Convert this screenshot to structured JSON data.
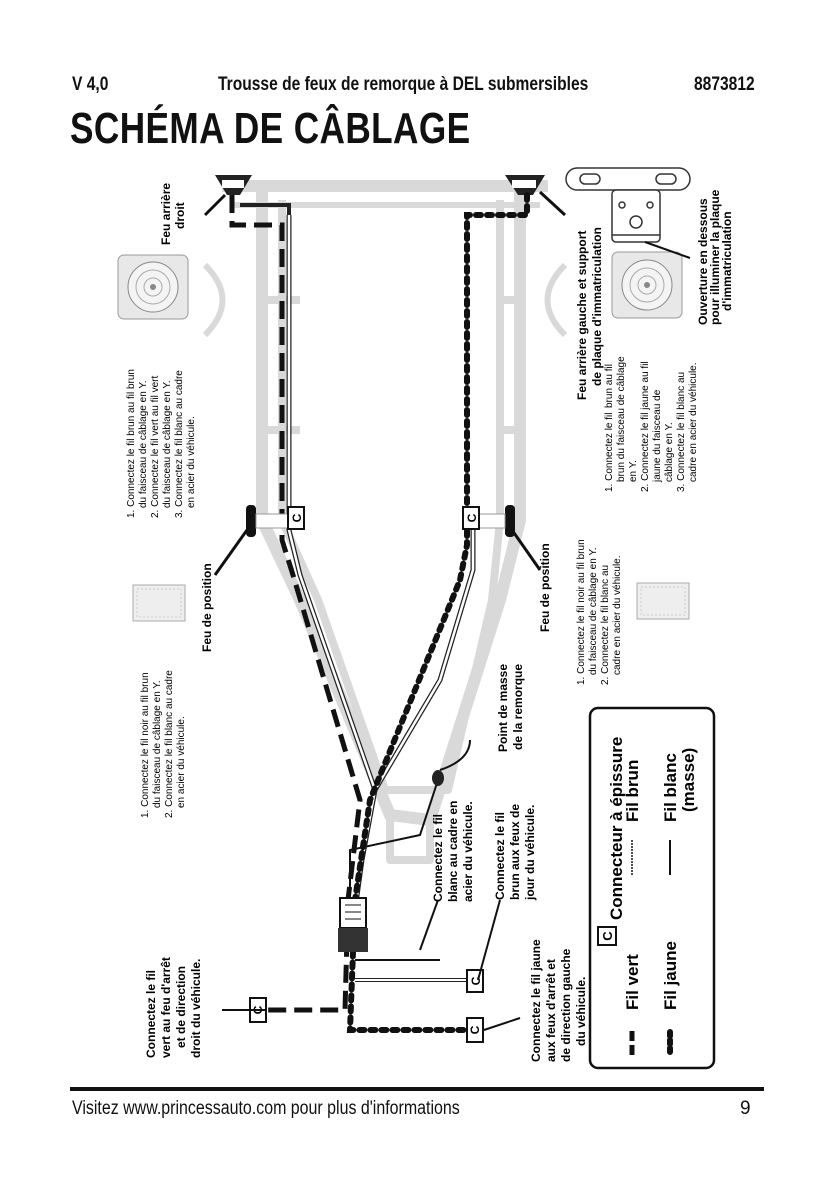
{
  "header": {
    "version": "V 4,0",
    "title": "Trousse de feux de remorque à DEL submersibles",
    "part_number": "8873812"
  },
  "page_title": "SCHÉMA DE CÂBLAGE",
  "labels": {
    "right_tail_light": [
      "Feu arrière",
      "droit"
    ],
    "left_tail_light": [
      "Feu arrière gauche et support",
      "de plaque d'immatriculation"
    ],
    "plate_opening": [
      "Ouverture en dessous",
      "pour illuminer la plaque",
      "d'immatriculation"
    ],
    "marker_light_left": "Feu de position",
    "marker_light_right": "Feu de position",
    "ground_point": [
      "Point de masse",
      "de la remorque"
    ],
    "connect_green": [
      "Connectez le fil",
      "vert au feu d'arrêt",
      "et de direction",
      "droit du véhicule."
    ],
    "connect_white": [
      "Connectez le fil",
      "blanc au cadre en",
      "acier du véhicule."
    ],
    "connect_brown": [
      "Connectez le fil",
      "brun aux feux de",
      "jour du véhicule."
    ],
    "connect_yellow": [
      "Connectez le fil jaune",
      "aux feux d'arrêt et",
      "de direction gauche",
      "du véhicule."
    ]
  },
  "instructions": {
    "right_tail": [
      "1. Connectez le fil brun au fil brun",
      "du faisceau de câblage en Y.",
      "2. Connectez le fil vert au fil vert",
      "du faisceau de câblage en Y.",
      "3. Connectez le fil blanc au cadre",
      "en acier du véhicule."
    ],
    "marker_left": [
      "1. Connectez le fil noir au fil brun",
      "du faisceau de câblage en Y.",
      "2. Connectez le fil blanc au cadre",
      "en acier du véhicule."
    ],
    "marker_right": [
      "1. Connectez le fil noir au fil brun",
      "du faisceau de câblage en Y.",
      "2. Connectez le fil blanc au",
      "cadre en acier du véhicule."
    ],
    "left_tail": [
      "1. Connectez le fil",
      "brun au fil",
      "brun du faisceau de câblage",
      "en Y.",
      "2. Connectez le fil jaune au fil",
      "jaune du faisceau de",
      "câblage en Y.",
      "3. Connectez le fil blanc au",
      "cadre en acier du véhicule."
    ]
  },
  "legend": {
    "connector_symbol": "C",
    "connector": "Connecteur à épissure",
    "green": "Fil vert",
    "yellow": "Fil jaune",
    "brown": "Fil brun",
    "white": [
      "Fil blanc",
      "(masse)"
    ]
  },
  "footer": {
    "text": "Visitez www.princessauto.com pour plus d'informations",
    "page": "9"
  }
}
